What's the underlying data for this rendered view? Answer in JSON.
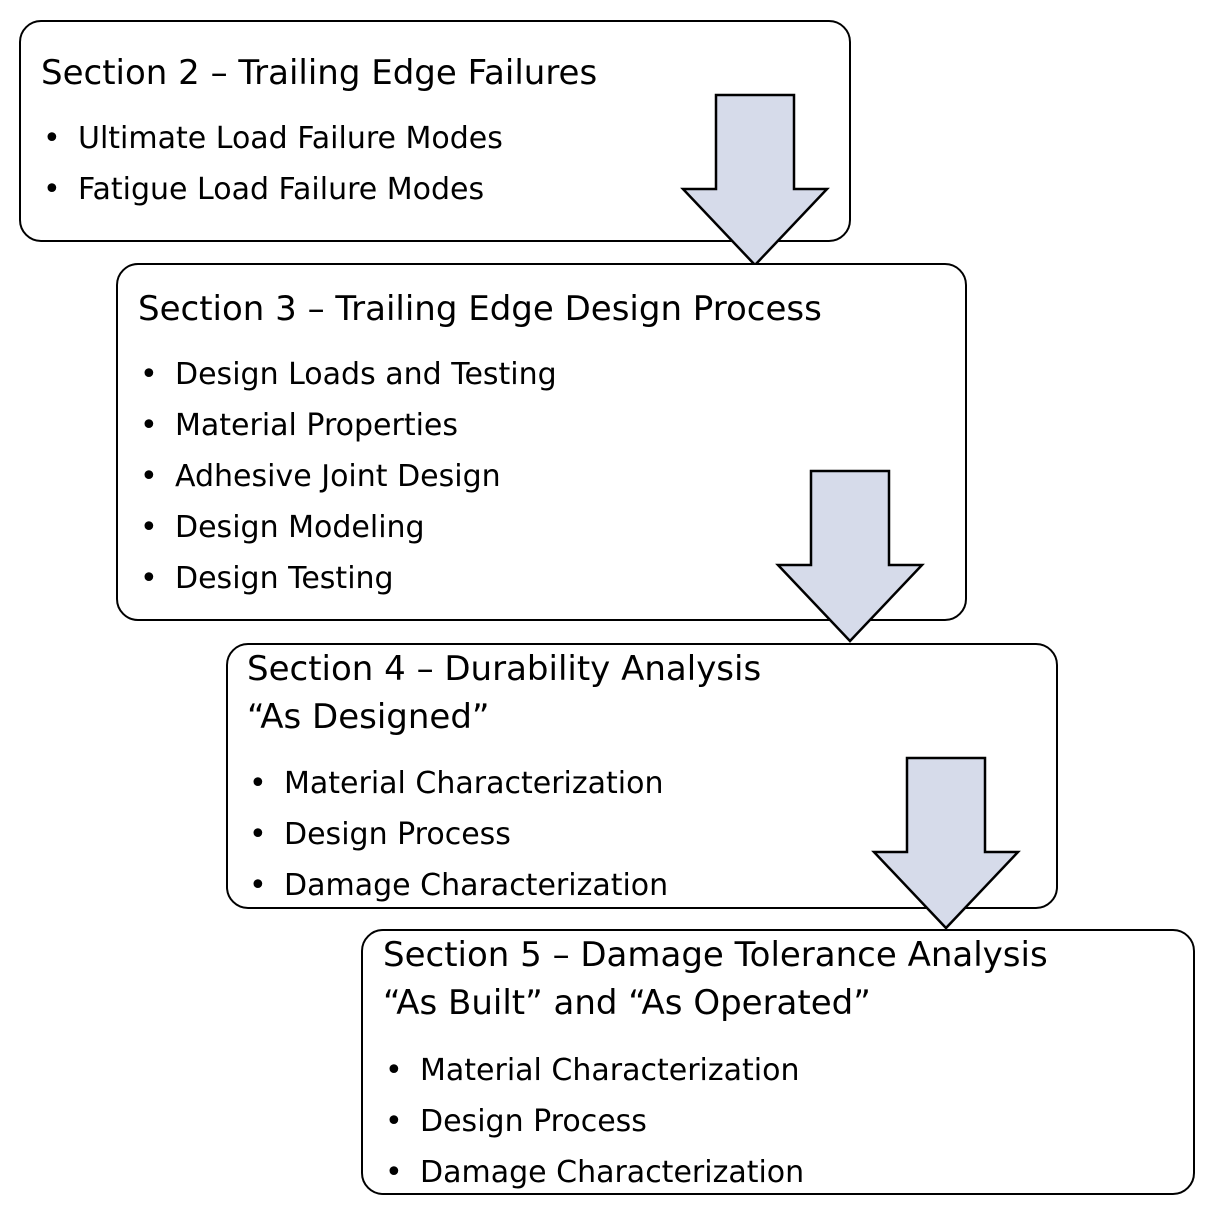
{
  "sections": [
    {
      "heading": [
        "Section 2 – Trailing Edge Failures"
      ],
      "items": [
        "Ultimate Load Failure Modes",
        "Fatigue Load Failure Modes"
      ]
    },
    {
      "heading": [
        "Section 3 – Trailing Edge Design Process"
      ],
      "items": [
        "Design Loads and Testing",
        "Material Properties",
        "Adhesive Joint Design",
        "Design Modeling",
        "Design Testing"
      ]
    },
    {
      "heading": [
        "Section 4 – Durability Analysis",
        "“As Designed”"
      ],
      "items": [
        "Material Characterization",
        "Design Process",
        "Damage Characterization"
      ]
    },
    {
      "heading": [
        "Section 5 – Damage Tolerance Analysis",
        "“As Built” and “As Operated”"
      ],
      "items": [
        "Material Characterization",
        "Design Process",
        "Damage Characterization"
      ]
    }
  ],
  "colors": {
    "arrow_fill": "#d6dbea",
    "border": "#000000",
    "background": "#ffffff"
  }
}
